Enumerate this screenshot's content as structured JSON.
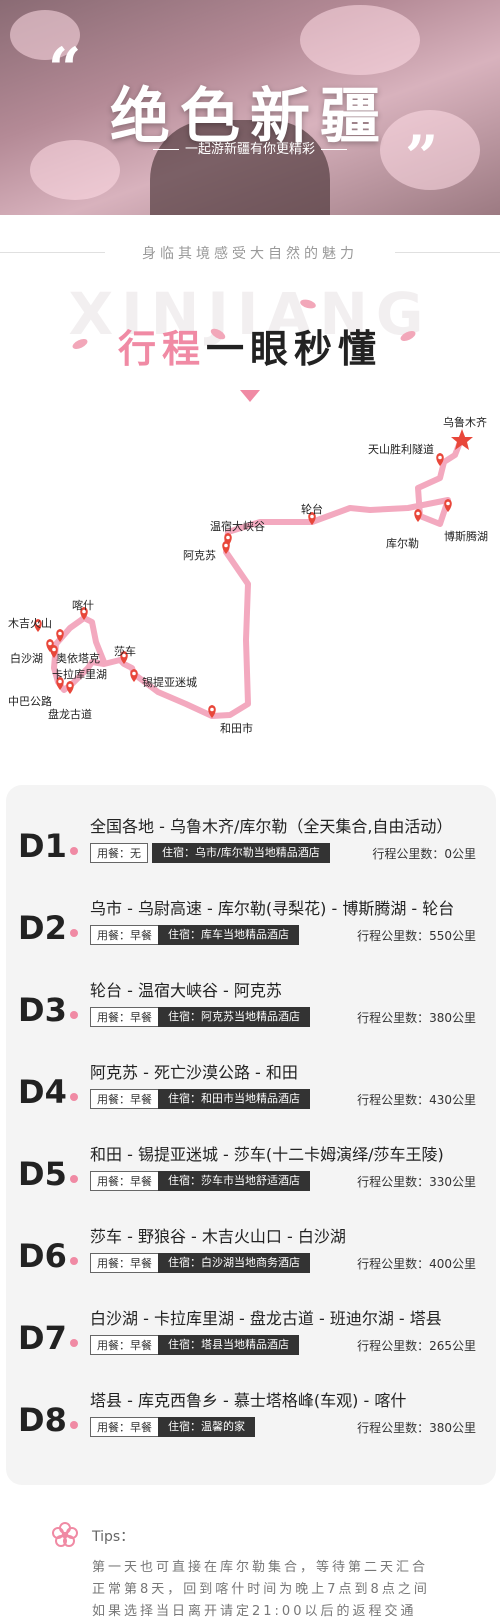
{
  "hero": {
    "title": "绝色新疆",
    "subtitle": "一起游新疆有你更精彩",
    "quote_open": "“",
    "quote_close": "”"
  },
  "slogan": "身临其境感受大自然的魅力",
  "section": {
    "pinyin": "XINJIANG",
    "title_a": "行程",
    "title_b": "一眼秒懂"
  },
  "map": {
    "places": [
      "乌鲁木齐",
      "天山胜利隧道",
      "博斯腾湖",
      "库尔勒",
      "轮台",
      "温宿大峡谷",
      "阿克苏",
      "和田市",
      "锡提亚迷城",
      "莎车",
      "喀什",
      "木吉火山",
      "白沙湖",
      "奥依塔克",
      "卡拉库里湖",
      "中巴公路",
      "盘龙古道"
    ],
    "route_color": "#f3a9bf",
    "pin_color": "#e8473a"
  },
  "itinerary": [
    {
      "code": "D1",
      "route": "全国各地 - 乌鲁木齐/库尔勒（全天集合,自由活动）",
      "meal": "用餐：无",
      "hotel": "住宿：乌市/库尔勒当地精品酒店",
      "km": "行程公里数：0公里"
    },
    {
      "code": "D2",
      "route": "乌市 - 乌尉高速 - 库尔勒(寻梨花) - 博斯腾湖 - 轮台",
      "meal": "用餐：早餐",
      "hotel": "住宿：库车当地精品酒店",
      "km": "行程公里数：550公里"
    },
    {
      "code": "D3",
      "route": "轮台 - 温宿大峡谷 - 阿克苏",
      "meal": "用餐：早餐",
      "hotel": "住宿：阿克苏当地精品酒店",
      "km": "行程公里数：380公里"
    },
    {
      "code": "D4",
      "route": "阿克苏 - 死亡沙漠公路 - 和田",
      "meal": "用餐：早餐",
      "hotel": "住宿：和田市当地精品酒店",
      "km": "行程公里数：430公里"
    },
    {
      "code": "D5",
      "route": "和田 - 锡提亚迷城 - 莎车(十二卡姆演绎/莎车王陵)",
      "meal": "用餐：早餐",
      "hotel": "住宿：莎车市当地舒适酒店",
      "km": "行程公里数：330公里"
    },
    {
      "code": "D6",
      "route": "莎车 - 野狼谷 - 木吉火山口 - 白沙湖",
      "meal": "用餐：早餐",
      "hotel": "住宿：白沙湖当地商务酒店",
      "km": "行程公里数：400公里"
    },
    {
      "code": "D7",
      "route": "白沙湖 - 卡拉库里湖 - 盘龙古道 - 班迪尔湖 - 塔县",
      "meal": "用餐：早餐",
      "hotel": "住宿：塔县当地精品酒店",
      "km": "行程公里数：265公里"
    },
    {
      "code": "D8",
      "route": "塔县 - 库克西鲁乡 - 慕士塔格峰(车观) - 喀什",
      "meal": "用餐：早餐",
      "hotel": "住宿：温馨的家",
      "km": "行程公里数：380公里"
    }
  ],
  "tips": {
    "head": "Tips：",
    "lines": [
      "第一天也可直接在库尔勒集合，等待第二天汇合",
      "正常第8天，回到喀什时间为晚上7点到8点之间",
      "如果选择当日离开请定21:00以后的返程交通"
    ]
  },
  "colors": {
    "accent": "#f08aa4",
    "dark": "#333333",
    "panel": "#f4f4f4"
  }
}
